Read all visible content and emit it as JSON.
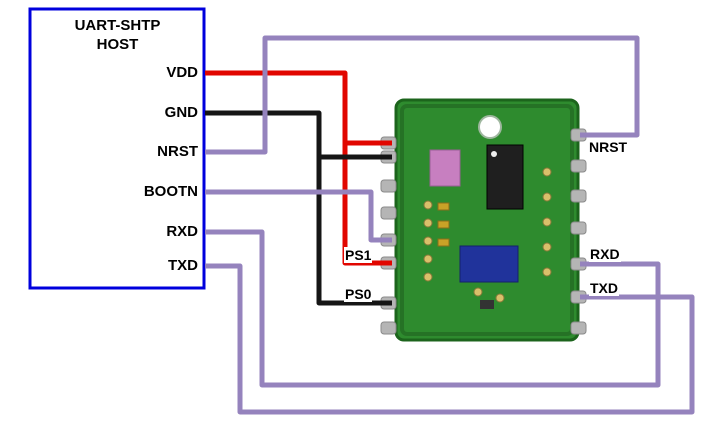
{
  "colors": {
    "host_border": "#0000dd",
    "wire_red": "#e10600",
    "wire_black": "#151515",
    "wire_purple": "#9583bd",
    "board_green": "#2e8b2e",
    "board_edge": "#1c641c",
    "pin_gray": "#b5b5b5",
    "pin_edge": "#8a8a8a",
    "hole_white": "#ffffff",
    "component_pink": "#c77fc0",
    "component_black": "#1f1f1f",
    "component_blue": "#20339b",
    "pad_gold": "#d9c06a"
  },
  "host": {
    "title_line1": "UART-SHTP",
    "title_line2": "HOST",
    "pins": [
      {
        "label": "VDD"
      },
      {
        "label": "GND"
      },
      {
        "label": "NRST"
      },
      {
        "label": "BOOTN"
      },
      {
        "label": "RXD"
      },
      {
        "label": "TXD"
      }
    ]
  },
  "module": {
    "left_labels": [
      {
        "label": "PS1"
      },
      {
        "label": "PS0"
      }
    ],
    "right_labels": [
      {
        "label": "NRST"
      },
      {
        "label": "RXD"
      },
      {
        "label": "TXD"
      }
    ]
  },
  "connections": [
    {
      "host_pin": "VDD",
      "wire_color": "red",
      "module_pins": [
        "unlabeled-top-left",
        "PS1"
      ]
    },
    {
      "host_pin": "GND",
      "wire_color": "black",
      "module_pins": [
        "unlabeled-top-left-2",
        "PS0"
      ]
    },
    {
      "host_pin": "NRST",
      "wire_color": "purple",
      "module_pins": [
        "NRST"
      ]
    },
    {
      "host_pin": "BOOTN",
      "wire_color": "purple",
      "module_pins": [
        "unlabeled-left"
      ]
    },
    {
      "host_pin": "RXD",
      "wire_color": "purple",
      "module_pins": [
        "RXD"
      ]
    },
    {
      "host_pin": "TXD",
      "wire_color": "purple",
      "module_pins": [
        "TXD"
      ]
    }
  ]
}
